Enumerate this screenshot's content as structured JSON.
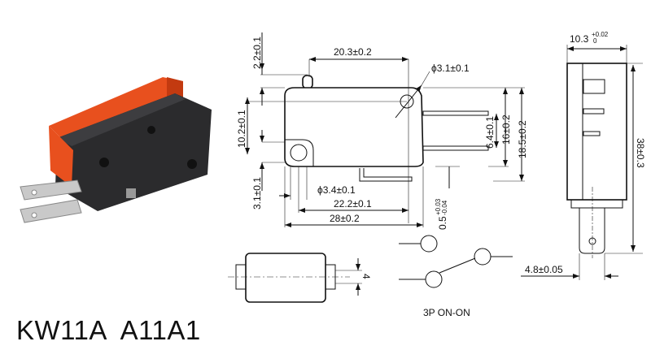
{
  "model_title": "KW11A  A11A1",
  "colors": {
    "body": "#2b2b2d",
    "actuator": "#e8501e",
    "terminal": "#c9c9c9",
    "line": "#111111"
  },
  "side_view": {
    "plunger_height": "2.2±0.1",
    "hole_spacing": "20.3±0.2",
    "hole_small_dia": "ϕ3.1±0.1",
    "hole_offset_left": "10.2±0.1",
    "terminal_pitch": "6.4±0.1",
    "terminal_height": "16±0.2",
    "overall_height": "18.5±0.2",
    "hole_bottom_offset": "3.1±0.1",
    "hole_large_dia": "ϕ3.4±0.1",
    "hole_to_edge": "22.2±0.1",
    "body_length": "28±0.2",
    "lever_gap": "0.5",
    "lever_gap_plus": "+0.03",
    "lever_gap_minus": "-0.04"
  },
  "end_view": {
    "width": "10.3",
    "width_plus": "+0.02",
    "width_minus": "0",
    "length": "38±0.3",
    "terminal_width": "4.8±0.05"
  },
  "top_view": {
    "thickness": "4"
  },
  "schematic": {
    "label": "3P ON-ON"
  }
}
